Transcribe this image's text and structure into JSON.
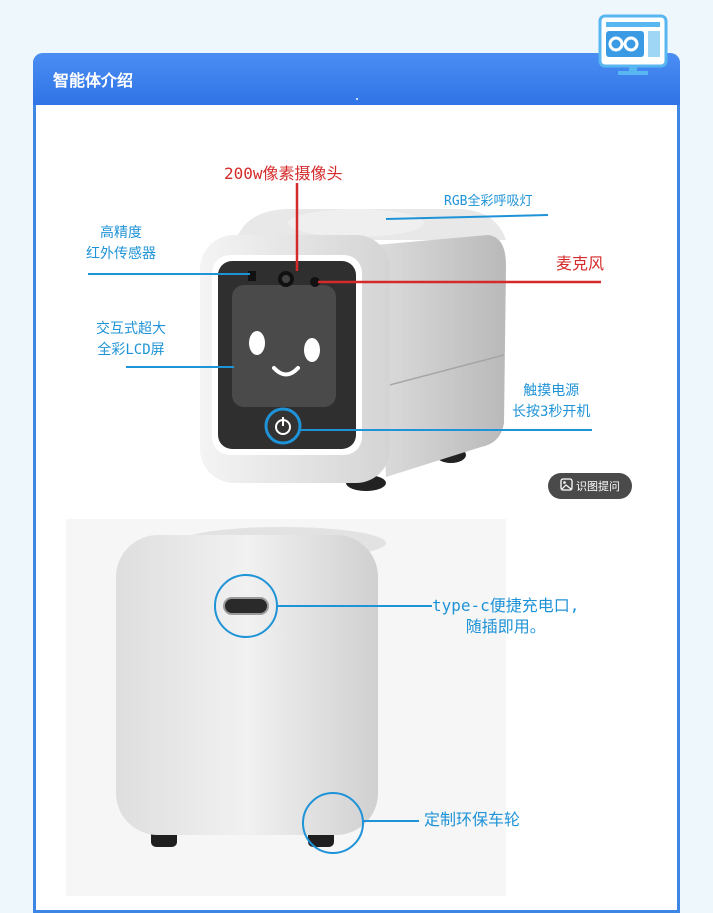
{
  "header": {
    "title": "智能体介绍"
  },
  "image1": {
    "labels": {
      "camera": "200w像素摄像头",
      "rgb_light": "RGB全彩呼吸灯",
      "ir_sensor_line1": "高精度",
      "ir_sensor_line2": "红外传感器",
      "mic": "麦克风",
      "lcd_line1": "交互式超大",
      "lcd_line2": "全彩LCD屏",
      "power_line1": "触摸电源",
      "power_line2": "长按3秒开机"
    },
    "ocr_button": {
      "icon": "image-text-icon",
      "label": "识图提问"
    }
  },
  "image2": {
    "labels": {
      "typec_line1": "type-c便捷充电口,",
      "typec_line2": "随插即用。",
      "wheel": "定制环保车轮"
    }
  },
  "colors": {
    "accent": "#2f73e6",
    "label_blue": "#1f93d7",
    "label_red": "#d52a2a"
  }
}
